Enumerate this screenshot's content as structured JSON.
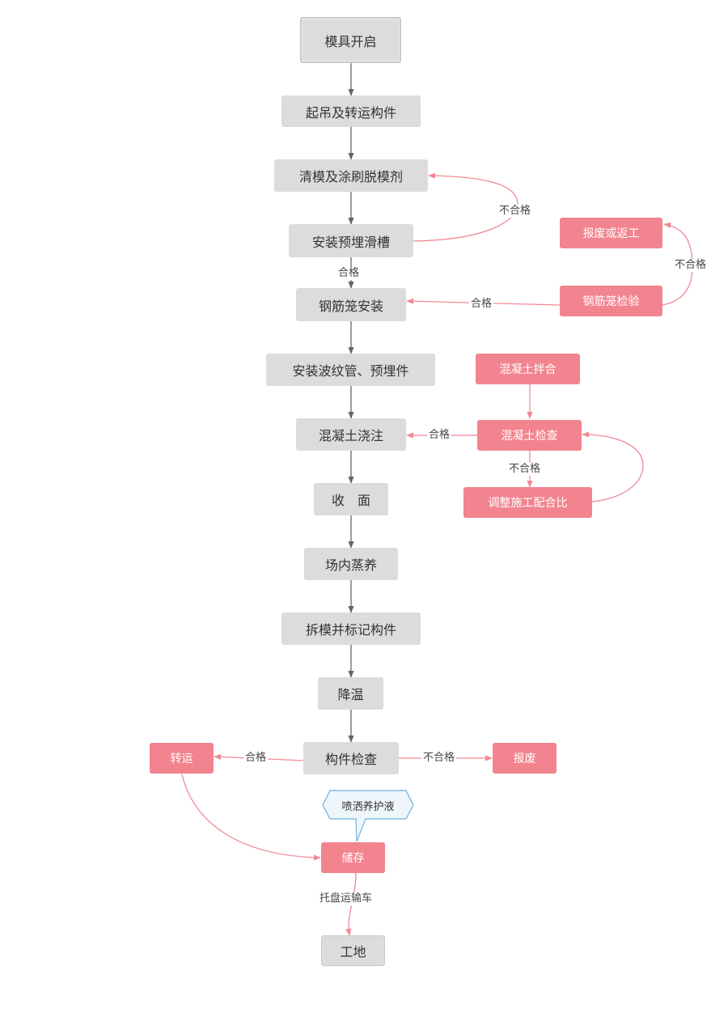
{
  "nodes": {
    "mold_open": "模具开启",
    "lift_transport": "起吊及转运构件",
    "clean_mold": "清模及涂刷脱模剂",
    "install_groove": "安装预埋滑槽",
    "cage_install": "钢筋笼安装",
    "bellows": "安装波纹管、预埋件",
    "pour": "混凝土浇注",
    "finish_surface": "收　面",
    "steam_cure": "场内蒸养",
    "demold_mark": "拆模并标记构件",
    "cool_down": "降温",
    "inspect_component": "构件检查",
    "scrap_or_rework": "报废或返工",
    "cage_inspect": "钢筋笼检验",
    "concrete_mix": "混凝土拌合",
    "concrete_inspect": "混凝土检查",
    "adjust_ratio": "调整施工配合比",
    "transfer": "转运",
    "scrap": "报废",
    "storage": "储存",
    "site": "工地",
    "spray_callout": "喷洒养护液"
  },
  "edge_labels": {
    "fail_groove_to_clean": "不合格",
    "pass_groove_to_cage": "合格",
    "fail_cage_inspect": "不合格",
    "pass_cage_inspect": "合格",
    "pass_concrete": "合格",
    "fail_concrete": "不合格",
    "pass_component": "合格",
    "fail_component": "不合格",
    "pallet_truck": "托盘运输车"
  },
  "colors": {
    "gray_node": "#dcdcdc",
    "pink_node": "#f2848f",
    "gray_arrow": "#666666",
    "pink_arrow": "#f08a95",
    "callout_fill": "#eef6fb",
    "callout_border": "#6fb3d9"
  }
}
